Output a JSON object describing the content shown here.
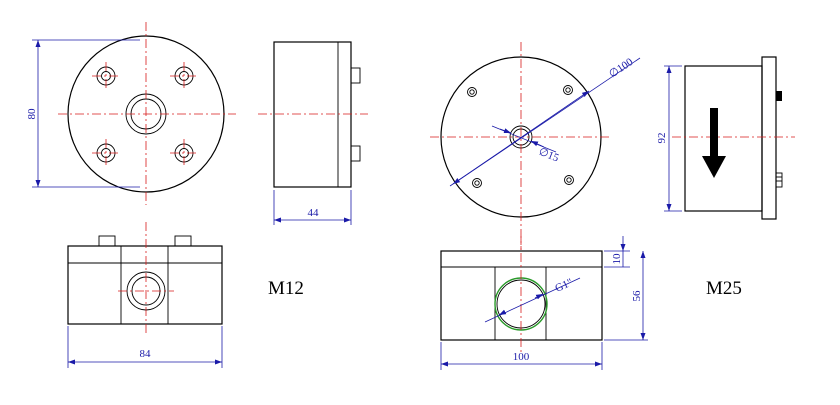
{
  "drawing": {
    "colors": {
      "outline": "#000000",
      "centerline": "#d81b1b",
      "dimension": "#1a1aa8",
      "highlight": "#2a9a2a"
    },
    "m12": {
      "label": "M12",
      "dim_height": "80",
      "dim_depth": "44",
      "dim_width": "84"
    },
    "m25": {
      "label": "M25",
      "dim_outer_diameter": "∅100",
      "dim_bore_diameter": "∅15",
      "dim_height": "92",
      "dim_width": "100",
      "dim_thread": "G1\"",
      "dim_top_thickness": "10",
      "dim_body_height": "56"
    }
  }
}
